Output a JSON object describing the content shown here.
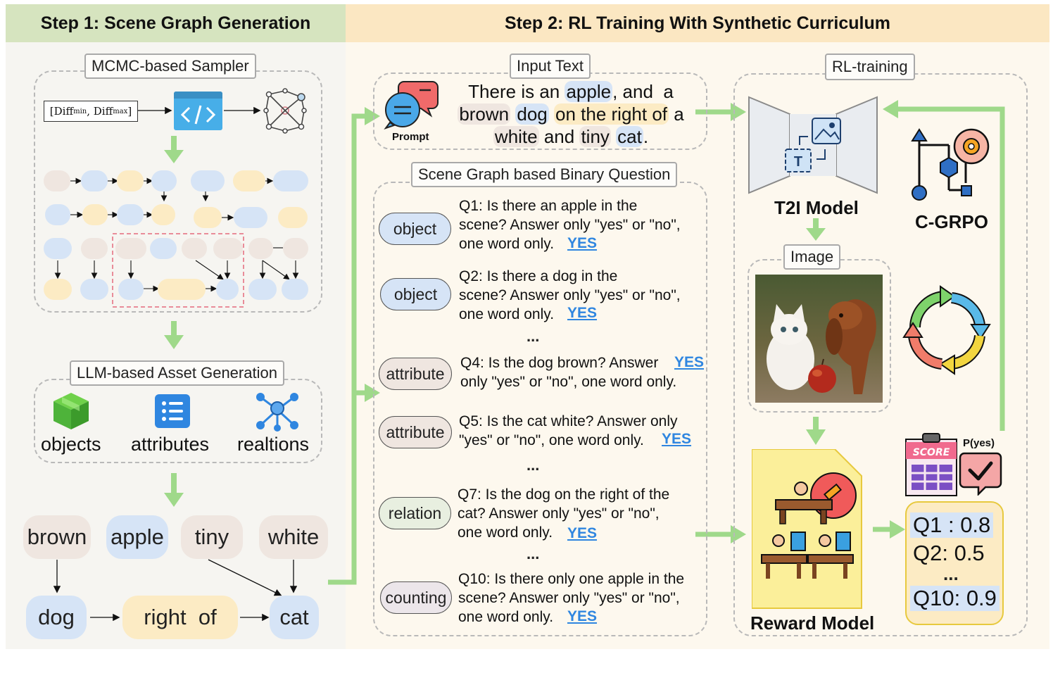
{
  "step1": {
    "title": "Step 1: Scene Graph Generation",
    "sampler_label": "MCMC-based Sampler",
    "diff_range": "[Diff",
    "diff_min_sub": "min",
    "diff_sep": ", Diff",
    "diff_max_sub": "max",
    "diff_close": "]",
    "asset_label": "LLM-based Asset Generation",
    "assets": [
      "objects",
      "attributes",
      "realtions"
    ],
    "graph": {
      "top_row": [
        "brown",
        "apple",
        "tiny",
        "white"
      ],
      "bottom_row": [
        "dog",
        "right  of",
        "cat"
      ]
    }
  },
  "step2": {
    "title": "Step 2: RL Training With Synthetic Curriculum",
    "input_text_label": "Input Text",
    "prompt_label": "Prompt",
    "prompt_parts": {
      "l1a": "There is an ",
      "l1b": "apple",
      "l1c": ", and  a",
      "l2a": "brown",
      "l2b": " ",
      "l2c": "dog",
      "l2d": " ",
      "l2e": "on the right of",
      "l2f": " a",
      "l3a": "white",
      "l3b": " and ",
      "l3c": "tiny",
      "l3d": " ",
      "l3e": "cat",
      "l3f": "."
    },
    "question_section_label": "Scene Graph based Binary Question",
    "questions": [
      {
        "tag": "object",
        "text": "Q1: Is there an apple in the\nscene?  Answer only \"yes\" or \"no\",\none word only.",
        "answer": "YES"
      },
      {
        "tag": "object",
        "text": "Q2: Is there a dog in the\nscene?  Answer only \"yes\" or \"no\",\none word only.",
        "answer": "YES"
      },
      {
        "tag": "attribute",
        "text": "Q4: Is the dog brown? Answer\nonly \"yes\" or \"no\", one word only.",
        "answer": "YES"
      },
      {
        "tag": "attribute",
        "text": "Q5: Is the cat white? Answer only\n\"yes\" or \"no\", one word only.",
        "answer": "YES"
      },
      {
        "tag": "relation",
        "text": "Q7:  Is the dog on the right of the\ncat? Answer only \"yes\" or \"no\",\none word only.",
        "answer": "YES"
      },
      {
        "tag": "counting",
        "text": "Q10: Is there only one apple in the\nscene? Answer only \"yes\" or \"no\",\none word only.",
        "answer": "YES"
      }
    ],
    "ellipsis": "...",
    "rl_label": "RL-training",
    "t2i_label": "T2I Model",
    "cgrpo_label": "C-GRPO",
    "image_label": "Image",
    "reward_label": "Reward Model",
    "p_yes_label": "P(yes)",
    "score_badge": "SCORE",
    "scores": [
      "Q1 : 0.8",
      "Q2: 0.5",
      "...",
      "Q10: 0.9"
    ]
  },
  "colors": {
    "arrow_green": "#9fd98a",
    "blue_node": "#d6e4f6",
    "pink_node": "#efe6e0",
    "yellow_node": "#fcebc4",
    "yes_blue": "#2f86e0"
  }
}
